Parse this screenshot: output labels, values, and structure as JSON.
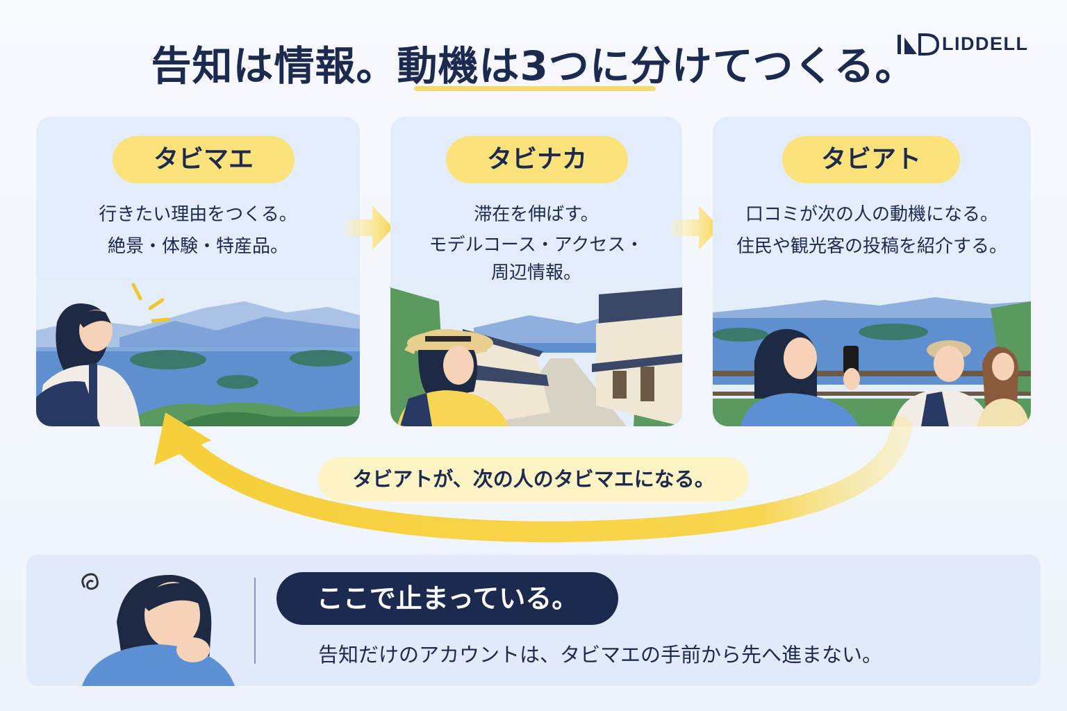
{
  "header": {
    "title": "告知は情報。動機は3つに分けてつくる。",
    "brand": "LIDDELL"
  },
  "cards": [
    {
      "label": "タビマエ",
      "lines": [
        "行きたい理由をつくる。",
        "絶景・体験・特産品。"
      ]
    },
    {
      "label": "タビナカ",
      "lines": [
        "滞在を伸ばす。",
        "モデルコース・アクセス・",
        "周辺情報。"
      ]
    },
    {
      "label": "タビアト",
      "lines": [
        "口コミが次の人の動機になる。",
        "住民や観光客の投稿を紹介する。"
      ]
    }
  ],
  "loop": {
    "label": "タビアトが、次の人のタビマエになる。"
  },
  "bottom": {
    "headline": "ここで止まっている。",
    "note": "告知だけのアカウントは、タビマエの手前から先へ進まない。"
  },
  "colors": {
    "navy": "#1b2a4e",
    "yellow": "#fbe27a",
    "card_bg": "#e2ecfa",
    "sea": "#5f8fcf"
  }
}
